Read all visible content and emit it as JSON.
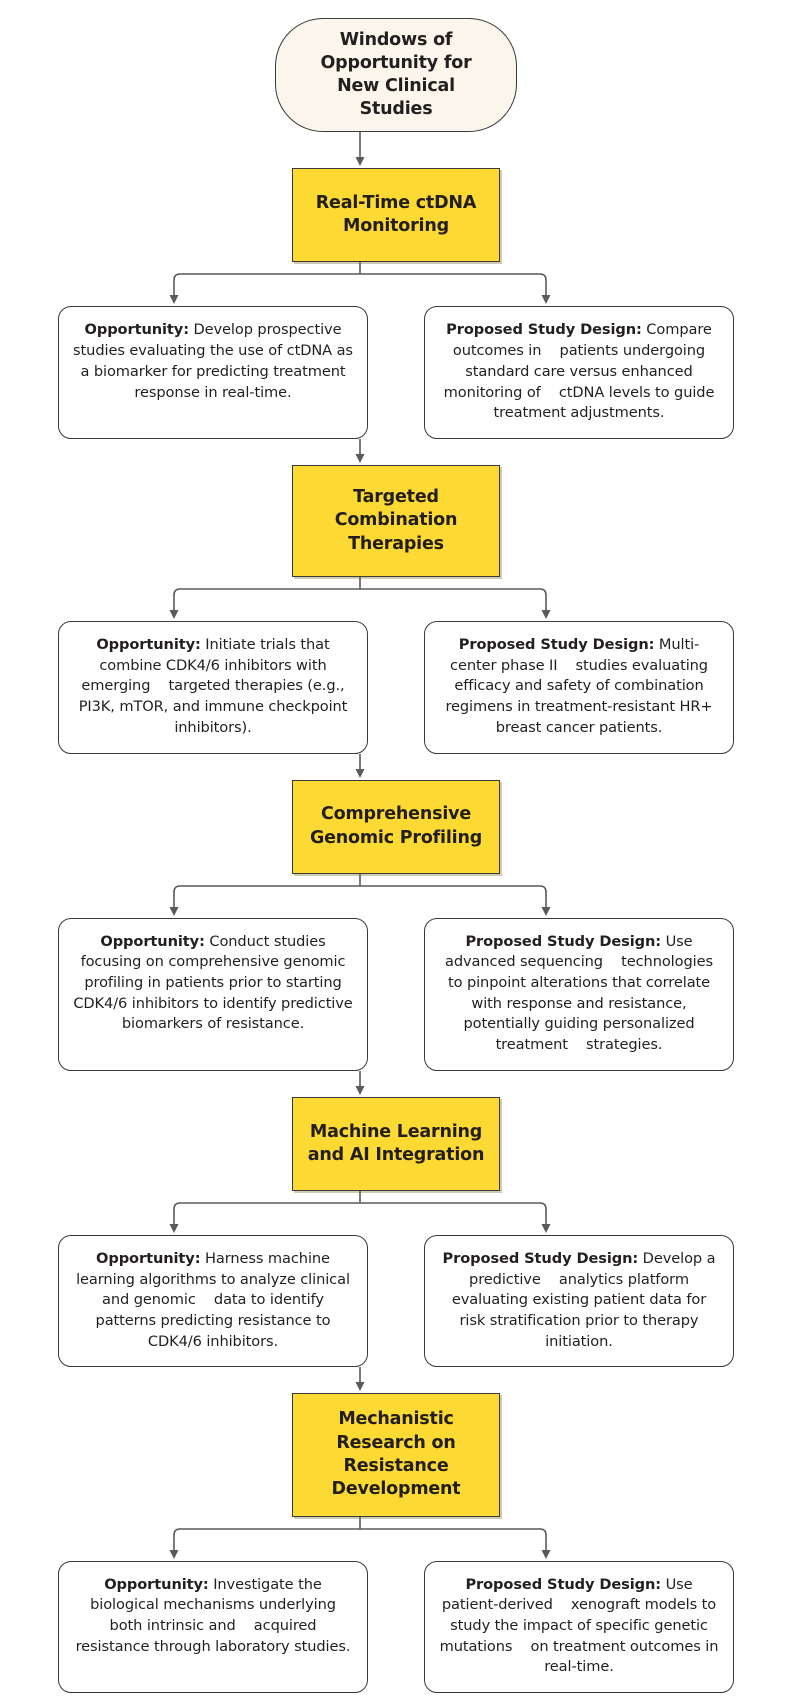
{
  "diagram": {
    "title": "Windows of Opportunity for New Clinical Studies",
    "colors": {
      "stage_fill": "#FCD933",
      "root_fill": "#FAF6EC",
      "leaf_fill": "#FFFFFF",
      "border": "#3A3A3A",
      "connector": "#5A5A5A"
    },
    "root": {
      "label": "Windows of Opportunity for New Clinical Studies"
    },
    "stages": [
      {
        "id": "stage-real-time-ctdna-monitoring",
        "label": "Real-Time ctDNA Monitoring",
        "opportunity": {
          "heading": "Opportunity:",
          "text": " Develop prospective studies evaluating the use of ctDNA as a biomarker for predicting treatment response in real-time."
        },
        "proposed_study_design": {
          "heading": "Proposed Study Design:",
          "text": " Compare outcomes in    patients undergoing standard care versus enhanced monitoring of    ctDNA levels to guide treatment adjustments."
        }
      },
      {
        "id": "stage-targeted-combination-therapies",
        "label": "Targeted Combination Therapies",
        "opportunity": {
          "heading": "Opportunity:",
          "text": " Initiate trials that combine CDK4/6 inhibitors with emerging    targeted therapies (e.g., PI3K, mTOR, and immune checkpoint inhibitors)."
        },
        "proposed_study_design": {
          "heading": "Proposed Study Design:",
          "text": " Multi-center phase II    studies evaluating efficacy and safety of combination regimens in treatment-resistant HR+ breast cancer patients."
        }
      },
      {
        "id": "stage-comprehensive-genomic-profiling",
        "label": "Comprehensive Genomic Profiling",
        "opportunity": {
          "heading": "Opportunity:",
          "text": " Conduct studies focusing on comprehensive genomic profiling in patients prior to starting CDK4/6 inhibitors to identify predictive biomarkers of resistance."
        },
        "proposed_study_design": {
          "heading": "Proposed Study Design:",
          "text": " Use advanced sequencing    technologies to pinpoint alterations that correlate with response and resistance, potentially guiding personalized treatment    strategies."
        }
      },
      {
        "id": "stage-machine-learning-and-ai-integration",
        "label": "Machine Learning and AI Integration",
        "opportunity": {
          "heading": "Opportunity:",
          "text": " Harness machine learning algorithms to analyze clinical and genomic    data to identify patterns predicting resistance to CDK4/6 inhibitors."
        },
        "proposed_study_design": {
          "heading": "Proposed Study Design:",
          "text": " Develop a predictive    analytics platform evaluating existing patient data for risk stratification prior to therapy initiation."
        }
      },
      {
        "id": "stage-mechanistic-research-on-resistance-development",
        "label": "Mechanistic Research on Resistance Development",
        "opportunity": {
          "heading": "Opportunity:",
          "text": " Investigate the biological mechanisms underlying both intrinsic and    acquired resistance through laboratory studies."
        },
        "proposed_study_design": {
          "heading": "Proposed Study Design:",
          "text": " Use patient-derived    xenograft models to study the impact of specific genetic mutations    on treatment outcomes in real-time."
        }
      }
    ]
  }
}
